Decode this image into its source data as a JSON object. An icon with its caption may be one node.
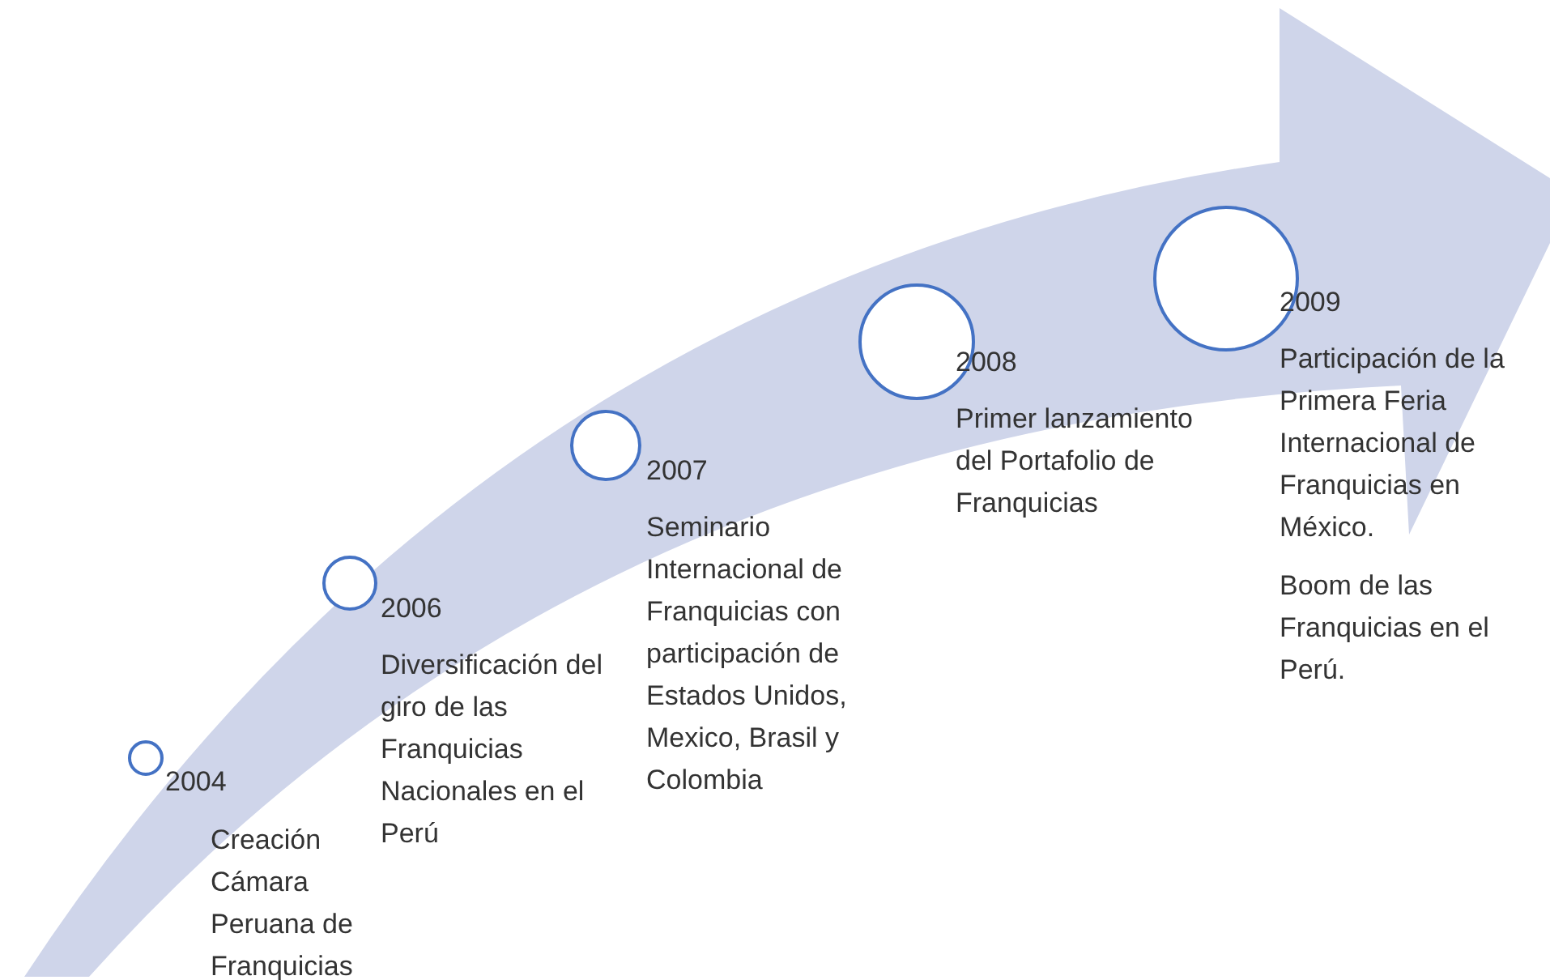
{
  "diagram": {
    "nodes": [
      {
        "text": [],
        "shape": "circle",
        "beside": [
          "2004",
          "Creación Cámara Peruana de Franquicias"
        ]
      },
      {
        "text": [],
        "shape": "circle",
        "beside": [
          "2006",
          "Diversificación del giro de las Franquicias Nacionales en el Perú"
        ]
      },
      {
        "text": [],
        "shape": "circle",
        "beside": [
          "2007",
          "Seminario Internacional de Franquicias con participación de Estados Unidos, Mexico, Brasil y Colombia"
        ]
      },
      {
        "text": [],
        "shape": "circle",
        "beside": [
          "2008",
          "Primer lanzamiento del Portafolio de Franquicias"
        ]
      },
      {
        "text": [],
        "shape": "circle",
        "beside": [
          "2009",
          "Participación de la Primera Feria Internacional de Franquicias en México.",
          "Boom de las Franquicias en el Perú."
        ]
      }
    ]
  }
}
